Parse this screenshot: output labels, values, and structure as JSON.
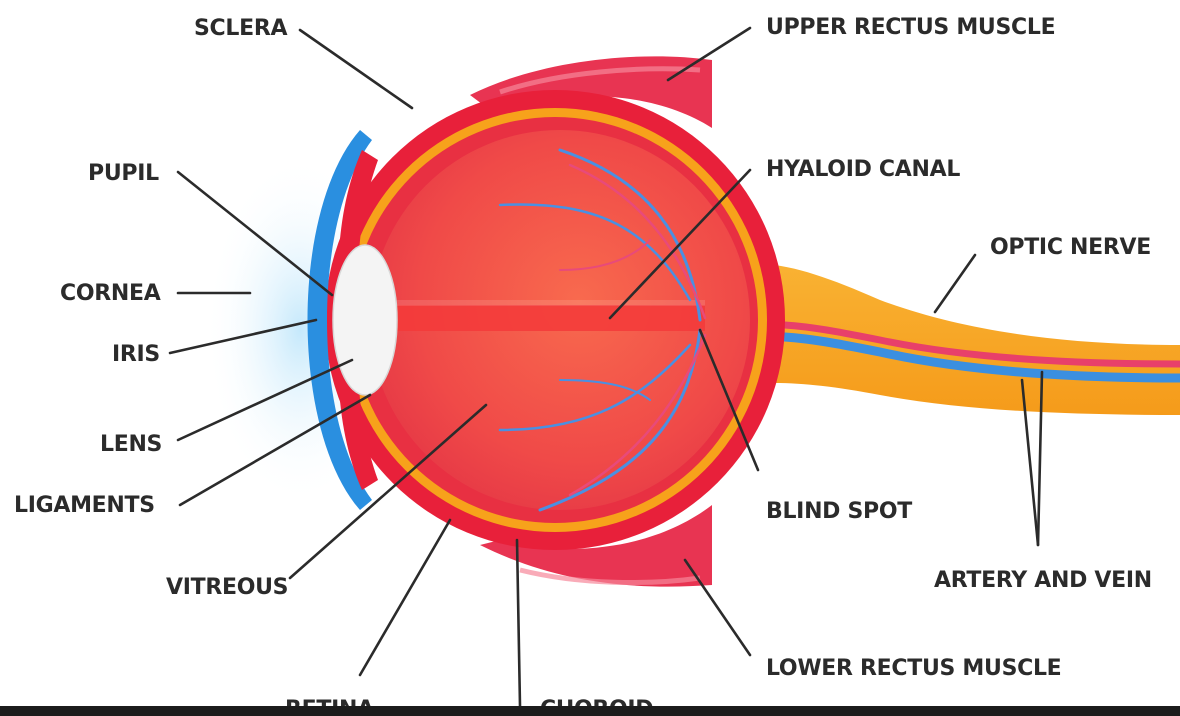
{
  "labels": {
    "sclera": "SCLERA",
    "upper_rectus_muscle": "UPPER RECTUS MUSCLE",
    "pupil": "PUPIL",
    "hyaloid_canal": "HYALOID CANAL",
    "optic_nerve": "OPTIC NERVE",
    "cornea": "CORNEA",
    "iris": "IRIS",
    "lens": "LENS",
    "ligaments": "LIGAMENTS",
    "blind_spot": "BLIND SPOT",
    "artery_and_vein": "ARTERY AND VEIN",
    "vitreous": "VITREOUS",
    "lower_rectus_muscle": "LOWER RECTUS MUSCLE",
    "retina": "RETINA",
    "choroid": "CHOROID"
  },
  "colors": {
    "sclera_red": "#e8203a",
    "muscle_red": "#e83452",
    "eyeball_fill": "#f2504a",
    "choroid_orange": "#f7a21b",
    "optic_nerve_orange": "#f6a623",
    "cornea_blue": "#2a8fe0",
    "vessel_blue": "#4a90e2",
    "vessel_pink": "#e84a7a",
    "lens_white": "#f4f4f4"
  }
}
